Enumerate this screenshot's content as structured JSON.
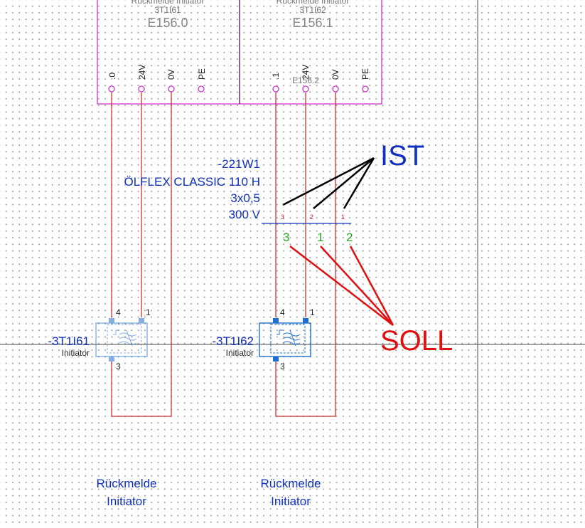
{
  "modules": [
    {
      "header": "Rückmelde Initiator",
      "tag": "3T1I61",
      "address": "E156.0"
    },
    {
      "header": "Rückmelde Initiator",
      "tag": "3T1I62",
      "address": "E156.1"
    }
  ],
  "terminals_left": [
    ".0",
    "24V",
    "0V",
    "PE"
  ],
  "terminals_right": [
    ".1",
    "24V",
    "0V",
    "PE"
  ],
  "overlay_address": "E156.2",
  "cable": {
    "id": "-221W1",
    "type": "ÖLFLEX CLASSIC 110 H",
    "cross_section": "3x0,5",
    "voltage": "300 V"
  },
  "cable_cores_small": [
    "3",
    "2",
    "1"
  ],
  "cable_cores_soll": [
    "3",
    "1",
    "2"
  ],
  "annotation_ist": "IST",
  "annotation_soll": "SOLL",
  "devices": [
    {
      "id": "-3T1I61",
      "subtitle": "Initiator",
      "pin_top_left": "4",
      "pin_top_right": "1",
      "pin_bottom": "3"
    },
    {
      "id": "-3T1I62",
      "subtitle": "Initiator",
      "pin_top_left": "4",
      "pin_top_right": "1",
      "pin_bottom": "3"
    }
  ],
  "captions": [
    {
      "line1": "Rückmelde",
      "line2": "Initiator"
    },
    {
      "line1": "Rückmelde",
      "line2": "Initiator"
    }
  ],
  "colors": {
    "module_border": "#cc33cc",
    "wire": "#cc3333",
    "device_blue": "#1f6fd0",
    "ist_lines": "#000000",
    "soll_lines": "#e01010",
    "core_numbers": "#22aa22"
  }
}
